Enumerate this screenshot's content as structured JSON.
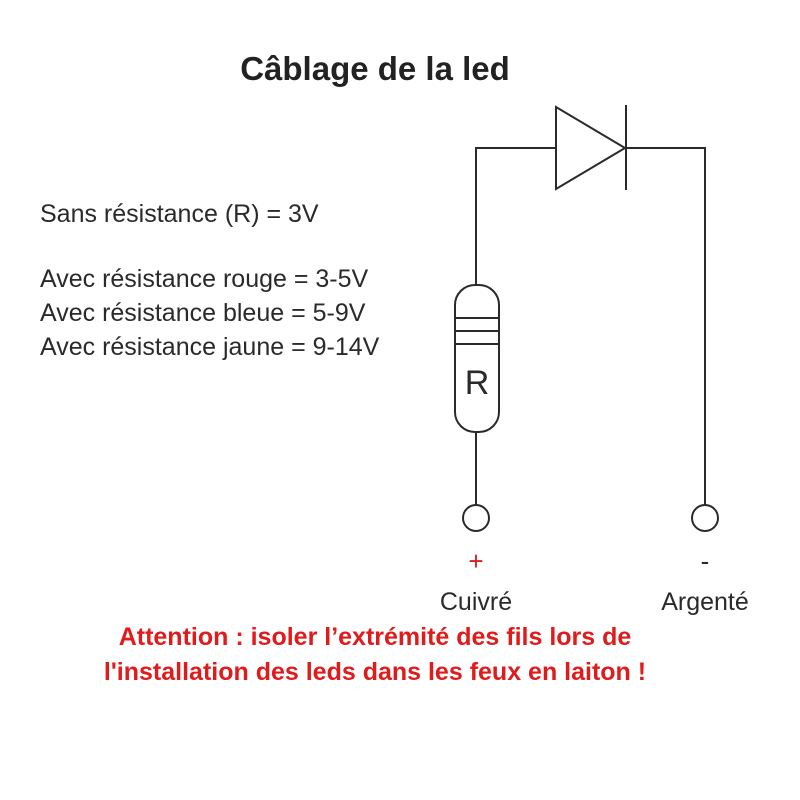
{
  "title": "Câblage de la led",
  "specs": [
    "Sans résistance (R) = 3V",
    "Avec résistance rouge = 3-5V",
    "Avec résistance bleue = 5-9V",
    "Avec résistance jaune = 9-14V"
  ],
  "resistor_label": "R",
  "terminals": {
    "positive": {
      "sign": "+",
      "label": "Cuivré"
    },
    "negative": {
      "sign": "-",
      "label": "Argenté"
    }
  },
  "warning_lines": [
    "Attention : isoler l’extrémité des fils lors de",
    "l'installation des leds dans les feux en laiton !"
  ],
  "colors": {
    "text": "#2a2a2a",
    "wire": "#2a2a2a",
    "positive_sign": "#d42020",
    "warning": "#e01b1b"
  }
}
